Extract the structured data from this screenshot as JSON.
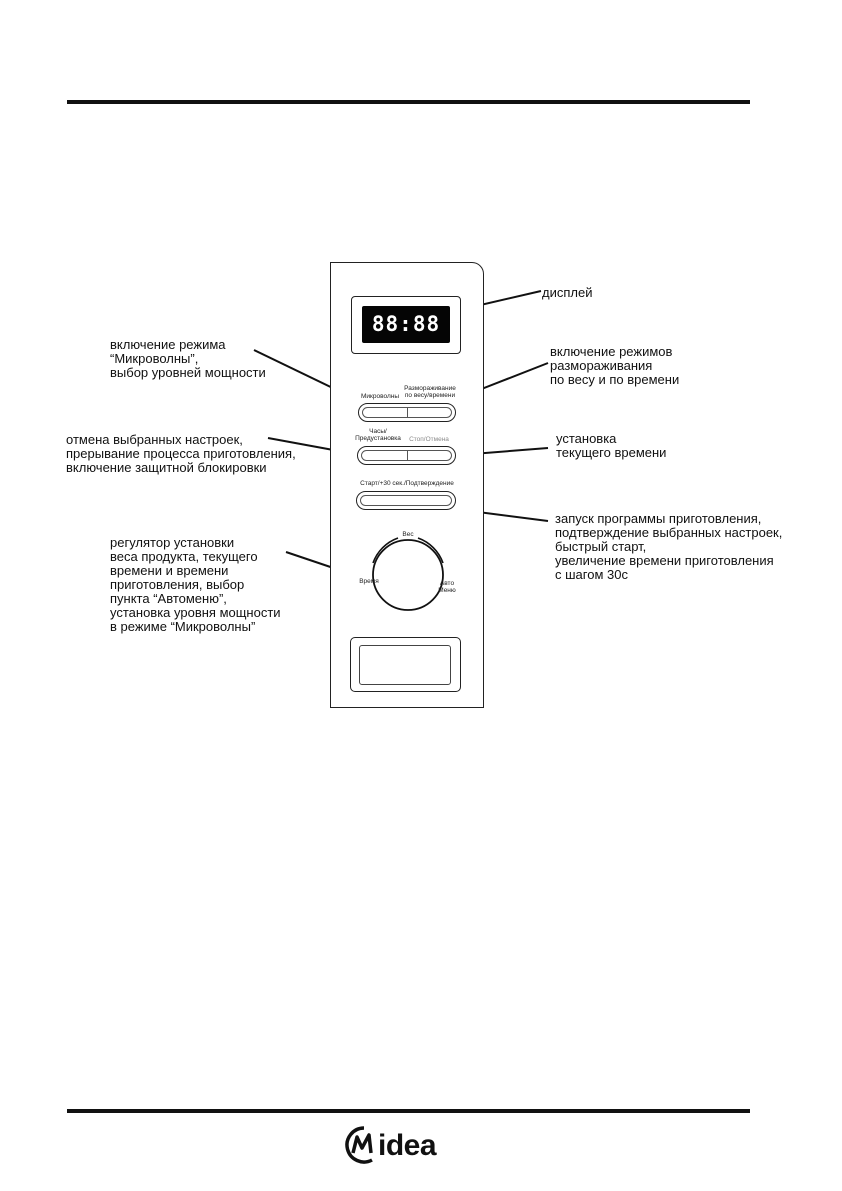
{
  "panel": {
    "display": {
      "digits": "88:88"
    },
    "buttons": [
      {
        "left_label": "Микроволны",
        "right_label": "Размораживание\nпо весу/времени"
      },
      {
        "left_label": "Часы/\nПредустановка",
        "right_label": "Стоп/Отмена"
      },
      {
        "label": "Старт/+30 сек./Подтверждение"
      }
    ],
    "dial": {
      "top": "Вес",
      "left": "Время",
      "right": "Авто\nМеню"
    }
  },
  "annotations": {
    "display": "дисплей",
    "microwave": [
      "включение режима",
      "“Микроволны”,",
      "выбор уровней мощности"
    ],
    "defrost": [
      "включение режимов",
      "размораживания",
      "по весу и по времени"
    ],
    "cancel": [
      "отмена выбранных настроек,",
      "прерывание процесса приготовления,",
      "включение защитной блокировки"
    ],
    "clock": [
      "установка",
      "текущего времени"
    ],
    "start": [
      "запуск программы приготовления,",
      "подтверждение выбранных настроек,",
      "быстрый старт,",
      "увеличение времени приготовления",
      "с шагом 30с"
    ],
    "dial": [
      "регулятор установки",
      "веса продукта, текущего",
      "времени и времени",
      "приготовления, выбор",
      "пункта “Автоменю”,",
      "установка уровня мощности",
      "в режиме “Микроволны”"
    ]
  },
  "footer": {
    "brand": "Midea"
  }
}
